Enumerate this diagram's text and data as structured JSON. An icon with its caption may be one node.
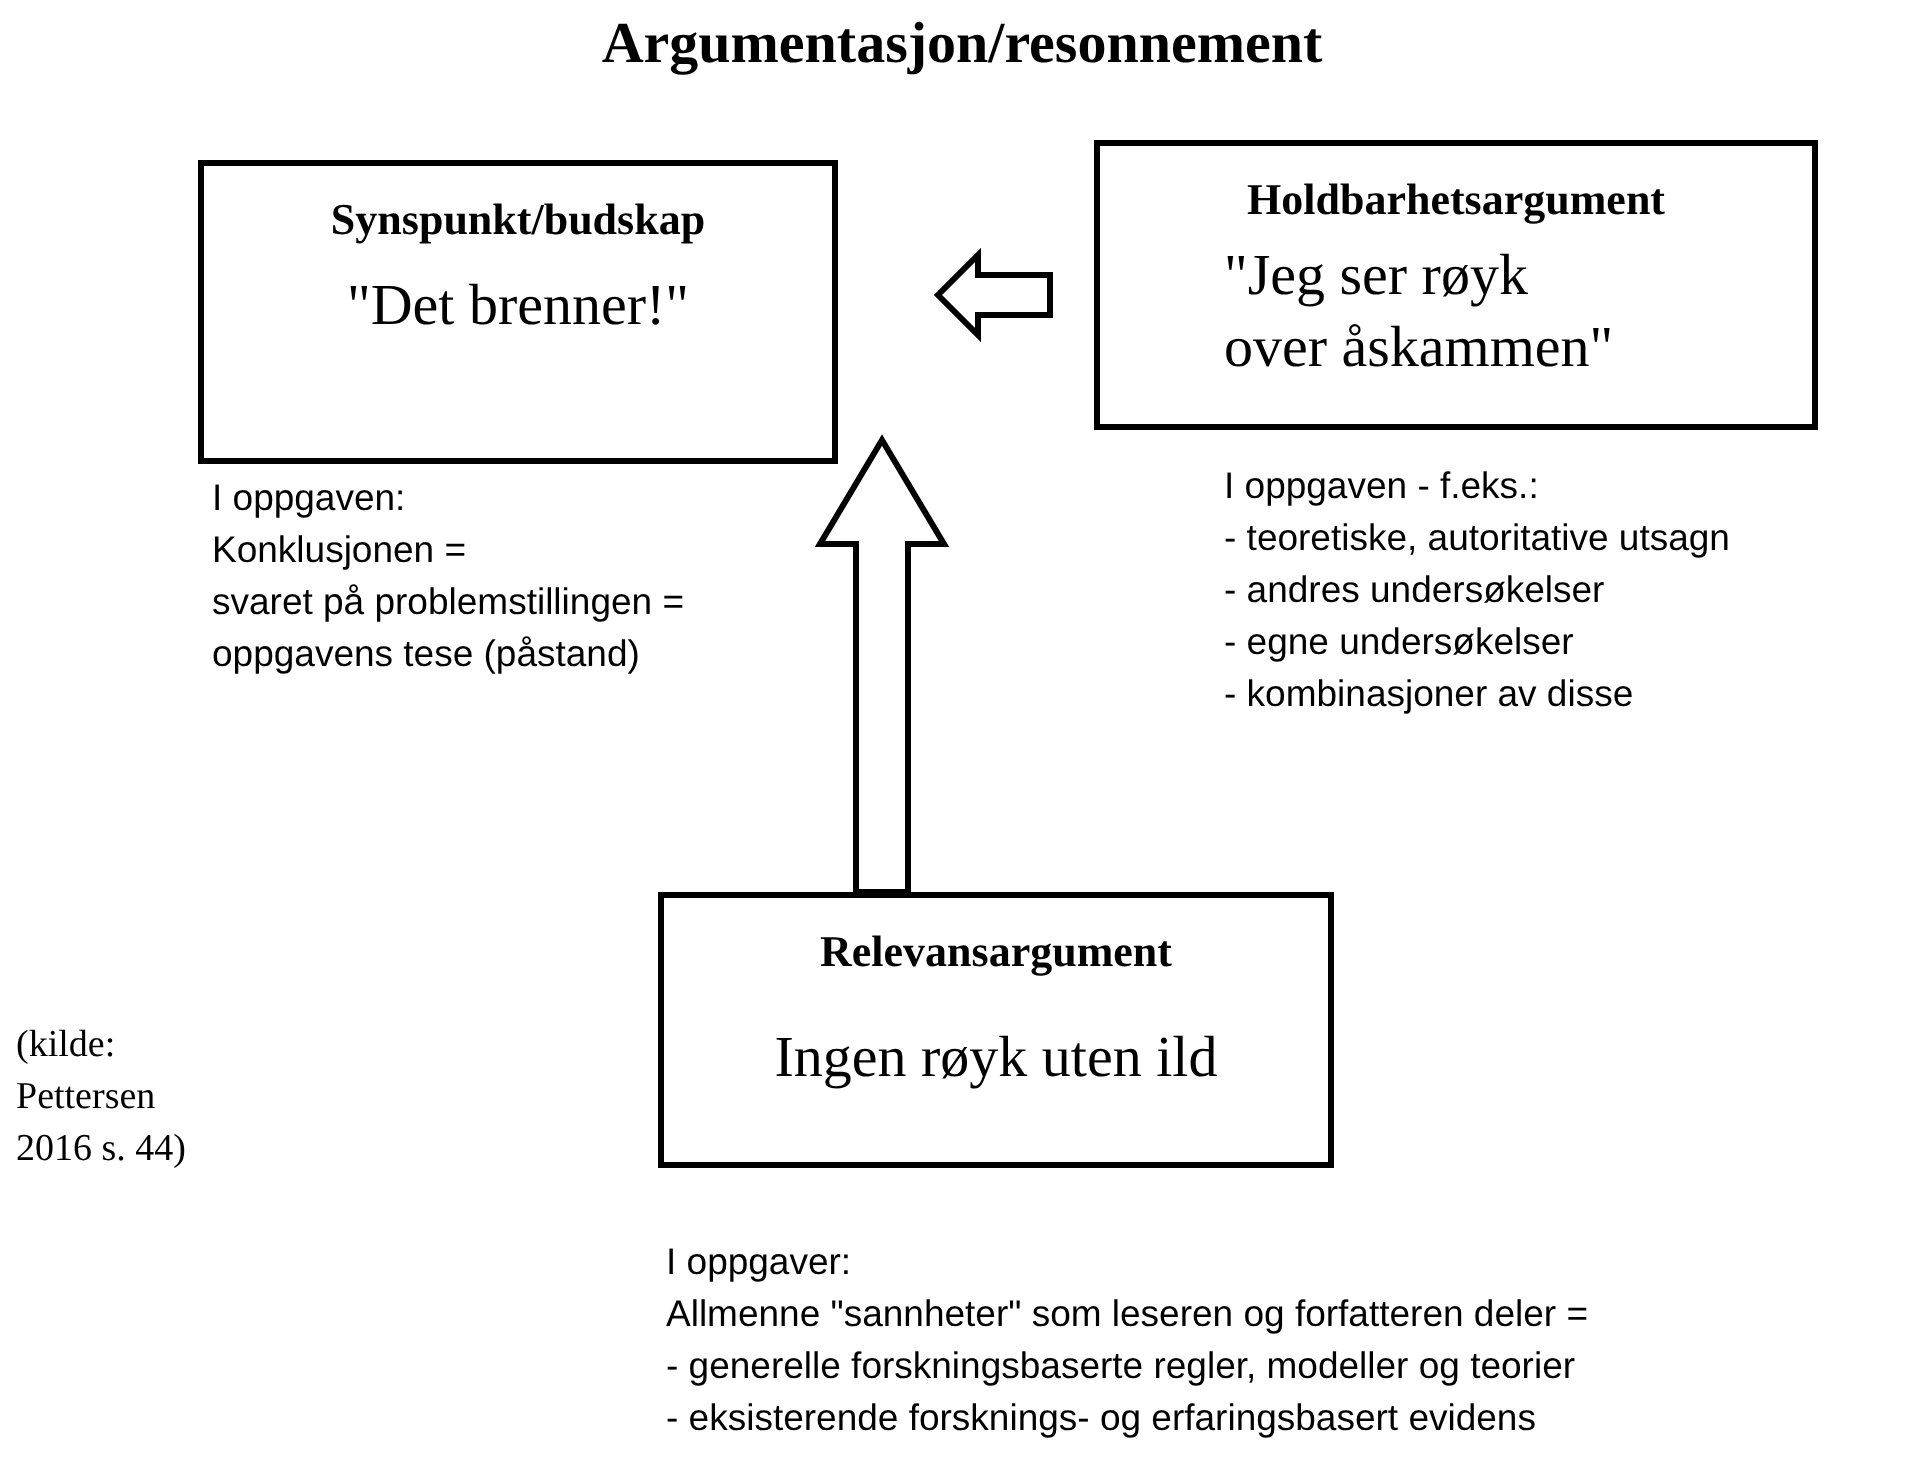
{
  "diagram": {
    "title": "Argumentasjon/resonnement",
    "nodes": [
      {
        "text": [
          "Synspunkt/budskap",
          "\"Det brenner!\""
        ],
        "beside": [
          "I oppgaven:",
          "Konklusjonen =",
          "svaret på problemstillingen =",
          "oppgavens tese (påstand)"
        ]
      },
      {
        "text": [
          "Holdbarhetsargument",
          "\"Jeg ser røyk over åskammen\""
        ],
        "beside": [
          "I oppgaven - f.eks.:",
          "- teoretiske, autoritative utsagn",
          "- andres undersøkelser",
          "- egne undersøkelser",
          "- kombinasjoner av disse"
        ]
      },
      {
        "text": [
          "Relevansargument",
          "Ingen røyk uten ild"
        ],
        "beside": [
          "I oppgaver:",
          "Allmenne \"sannheter\" som leseren og forfatteren deler =",
          "- generelle forskningsbaserte regler, modeller og teorier",
          "- eksisterende forsknings- og erfaringsbasert evidens"
        ]
      }
    ],
    "edges": [
      {
        "from": 1,
        "to": 0,
        "arrow": "to"
      },
      {
        "from": 2,
        "to": null,
        "arrow": "to"
      }
    ],
    "labels": [
      "(kilde: Pettersen 2016 s. 44)"
    ]
  }
}
